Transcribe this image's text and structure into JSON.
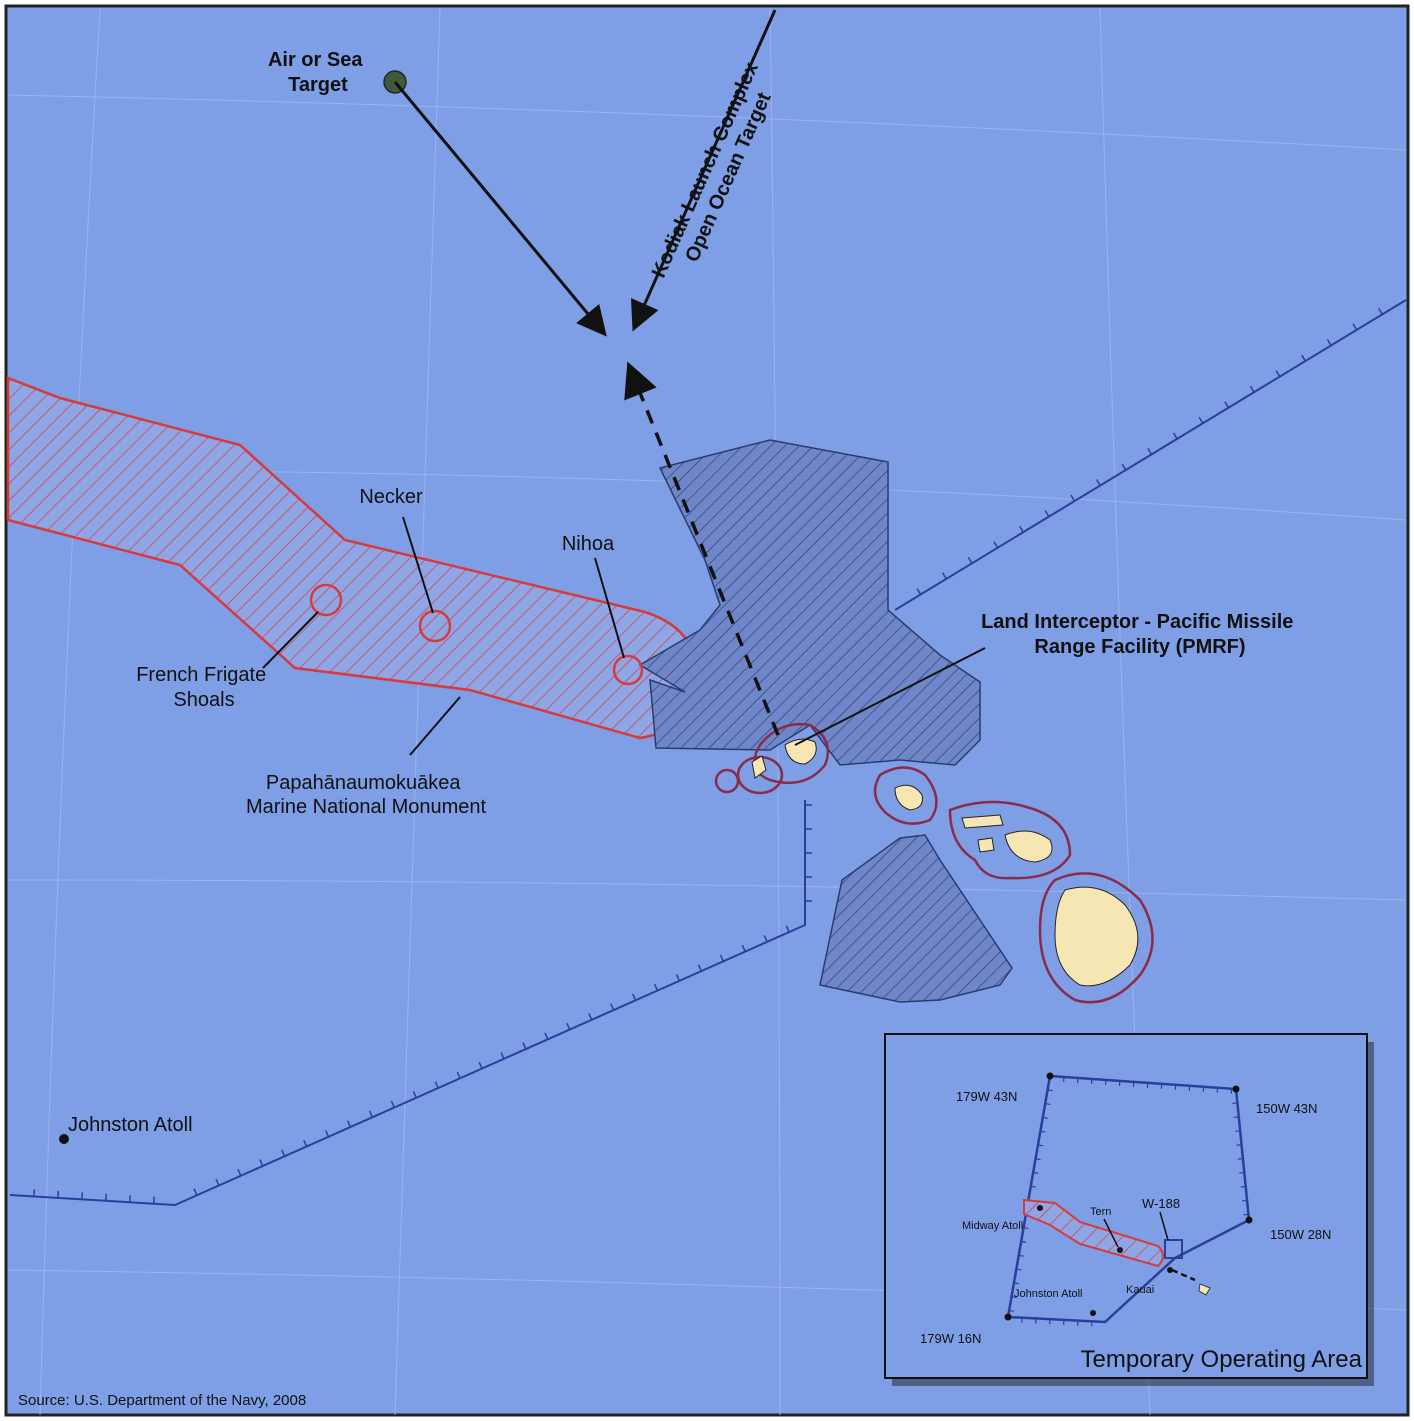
{
  "labels": {
    "air_sea_target": [
      "Air or Sea",
      "Target"
    ],
    "kodiak": [
      "Kodiak Launch Complex",
      "Open Ocean Target"
    ],
    "necker": "Necker",
    "nihoa": "Nihoa",
    "french_frigate": [
      "French Frigate",
      "Shoals"
    ],
    "monument": [
      "Papahānaumokuākea",
      "Marine National Monument"
    ],
    "pmrf": [
      "Land Interceptor - Pacific Missile",
      "Range Facility (PMRF)"
    ],
    "johnston": "Johnston Atoll",
    "source": "Source: U.S. Department of the Navy, 2008"
  },
  "inset": {
    "title": "Temporary Operating Area",
    "corners": [
      "179W 43N",
      "150W 43N",
      "150W 28N",
      "179W 16N"
    ],
    "places": {
      "midway": "Midway Atoll",
      "tern": "Tern",
      "w188": "W-188",
      "johnston": "Johnston Atoll",
      "kauai": "Kauai"
    }
  },
  "colors": {
    "ocean": "#7e9fe6",
    "monument": "#d63a3a",
    "range_area": "#3a4e86",
    "land": "#f5e6b4",
    "boundary": "#2a3f9a",
    "island_buffer": "#8a2b4a"
  }
}
